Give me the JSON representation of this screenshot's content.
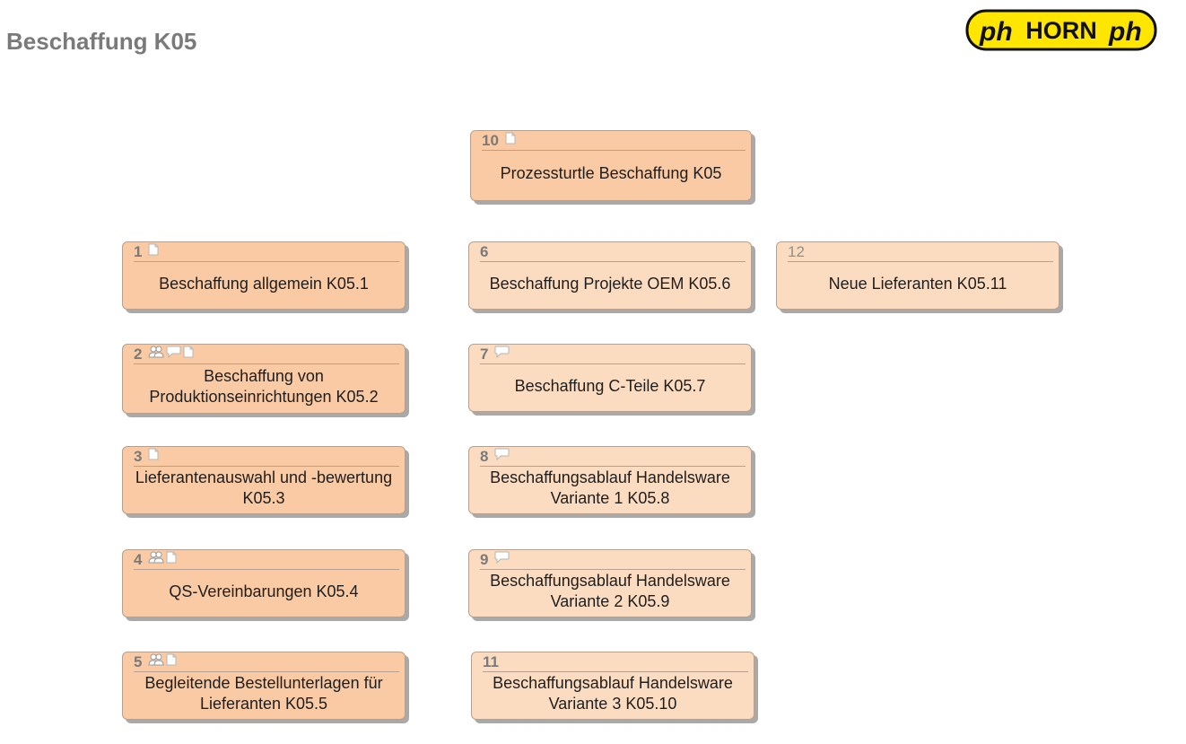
{
  "page": {
    "title": "Beschaffung K05"
  },
  "logo": {
    "text": "HORN",
    "left_mark": "ph",
    "right_mark": "ph"
  },
  "colors": {
    "card_dark": "#f9caa3",
    "card_light": "#fcdcc1",
    "title_gray": "#7a7a7a",
    "logo_yellow": "#ffe600"
  },
  "cards": [
    {
      "id": "c10",
      "number": "10",
      "label": "Prozessturtle Beschaffung K05",
      "icons": [
        "document-icon"
      ],
      "tone": "dark"
    },
    {
      "id": "c1",
      "number": "1",
      "label": "Beschaffung allgemein K05.1",
      "icons": [
        "document-icon"
      ],
      "tone": "dark"
    },
    {
      "id": "c6",
      "number": "6",
      "label": "Beschaffung Projekte OEM K05.6",
      "icons": [],
      "tone": "light"
    },
    {
      "id": "c12",
      "number": "12",
      "label": "Neue Lieferanten K05.11",
      "icons": [],
      "tone": "light"
    },
    {
      "id": "c2",
      "number": "2",
      "label": "Beschaffung von Produktionseinrichtungen K05.2",
      "icons": [
        "people-icon",
        "comment-icon",
        "document-icon"
      ],
      "tone": "dark"
    },
    {
      "id": "c7",
      "number": "7",
      "label": "Beschaffung C-Teile K05.7",
      "icons": [
        "comment-icon"
      ],
      "tone": "light"
    },
    {
      "id": "c3",
      "number": "3",
      "label": "Lieferantenauswahl und -bewertung K05.3",
      "icons": [
        "document-icon"
      ],
      "tone": "dark"
    },
    {
      "id": "c8",
      "number": "8",
      "label": "Beschaffungsablauf Handelsware Variante 1 K05.8",
      "icons": [
        "comment-icon"
      ],
      "tone": "light"
    },
    {
      "id": "c4",
      "number": "4",
      "label": "QS-Vereinbarungen K05.4",
      "icons": [
        "people-icon",
        "document-icon"
      ],
      "tone": "dark"
    },
    {
      "id": "c9",
      "number": "9",
      "label": "Beschaffungsablauf Handelsware Variante 2 K05.9",
      "icons": [
        "comment-icon"
      ],
      "tone": "light"
    },
    {
      "id": "c5",
      "number": "5",
      "label": "Begleitende Bestellunterlagen für Lieferanten K05.5",
      "icons": [
        "people-icon",
        "document-icon"
      ],
      "tone": "dark"
    },
    {
      "id": "c11",
      "number": "11",
      "label": "Beschaffungsablauf Handelsware Variante 3 K05.10",
      "icons": [],
      "tone": "light"
    }
  ]
}
